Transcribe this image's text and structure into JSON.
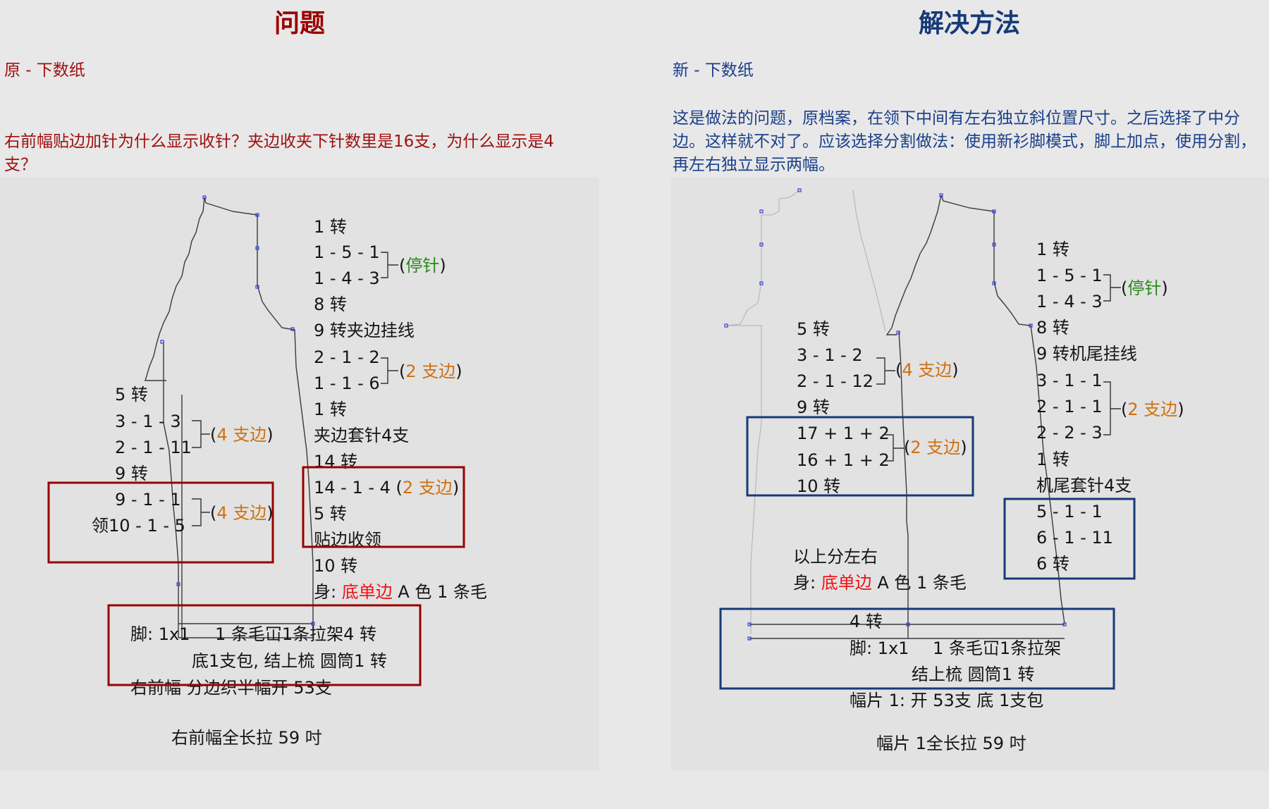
{
  "problem": {
    "title": "问题",
    "subtitle": "原 - 下数纸",
    "description": "右前幅贴边加针为什么显示收针？夹边收夹下针数里是16支，为什么显示是4支？",
    "labels": {
      "r1": "1 转",
      "r2": "1 - 5 - 1",
      "r3": "1 - 4 - 3",
      "r3b": "停针",
      "r4": "8 转",
      "r5": "9 转夹边挂线",
      "r6": "2 - 1 - 2",
      "r7": "1 - 1 - 6",
      "r7b": "2 支边",
      "r8": "1 转",
      "r9": "夹边套针4支",
      "r10": "14 转",
      "r11a": "14 - 1 - 4 (",
      "r11b": "2 支边",
      "r12": "5 转",
      "r13": "贴边收领",
      "r14": "10 转",
      "r15a": "身: ",
      "r15b": "底单边",
      "r15c": " A 色 1 条毛",
      "l1": "5 转",
      "l2": "3 - 1 - 3",
      "l3": "2 - 1 - 11",
      "l3b": "4 支边",
      "l4": "9 转",
      "l5": "9 - 1 - 1",
      "l6": "领10 - 1 - 5",
      "l6b": "4 支边",
      "f1": "脚: 1x1",
      "f1b": "1 条毛冚1条拉架4 转",
      "f2": "底1支包, 结上梳  圆筒1 转",
      "f3": "右前幅  分边织半幅开 53支",
      "f4": "右前幅全长拉 59 吋"
    }
  },
  "solution": {
    "title": "解决方法",
    "subtitle": "新 - 下数纸",
    "description": "这是做法的问题，原档案，在领下中间有左右独立斜位置尺寸。之后选择了中分边。这样就不对了。应该选择分割做法：使用新衫脚模式，脚上加点，使用分割，再左右独立显示两幅。",
    "labels": {
      "r1": "1 转",
      "r2": "1 - 5 - 1",
      "r3": "1 - 4 - 3",
      "r3b": "停针",
      "r4": "8 转",
      "r5": "9 转机尾挂线",
      "r6": "3 - 1 - 1",
      "r7": "2 - 1 - 1",
      "r7b": "2 支边",
      "r8": "2 - 2 - 3",
      "r9": "1 转",
      "r10": "机尾套针4支",
      "r11": "5 - 1 - 1",
      "r12": "6 - 1 - 11",
      "r13": "6 转",
      "l1": "5 转",
      "l2": "3 - 1 - 2",
      "l3": "2 - 1 - 12",
      "l3b": "4 支边",
      "l4": "9 转",
      "l5": "17 + 1 + 2",
      "l6": "16 + 1 + 2",
      "l6b": "2 支边",
      "l7": "10 转",
      "s1": "以上分左右",
      "s2a": "身: ",
      "s2b": "底单边",
      "s2c": " A 色 1 条毛",
      "f1": "4 转",
      "f2a": "脚: 1x1",
      "f2b": "1 条毛冚1条拉架",
      "f3": "结上梳  圆筒1 转",
      "f4": "幅片 1: 开 53支 底 1支包",
      "f5": "幅片 1全长拉 59 吋"
    }
  },
  "colors": {
    "problem_accent": "#990000",
    "solution_accent": "#163a78",
    "edge_note": "#d07010",
    "stop_note": "#2a8a1a",
    "single_edge": "#ee1111"
  }
}
